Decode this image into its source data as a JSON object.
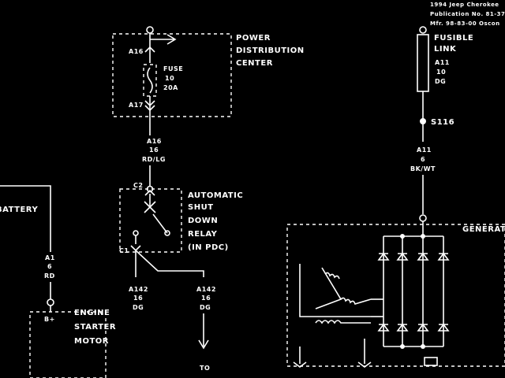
{
  "header": {
    "line1": "1994 Jeep Cherokee",
    "line2": "Publication No. 81-37",
    "line3": "Mfr. 98-83-00 Oscon"
  },
  "pdc": {
    "title_line1": "POWER",
    "title_line2": "DISTRIBUTION",
    "title_line3": "CENTER",
    "pin_top": "A16",
    "pin_bottom": "A17",
    "fuse_line1": "FUSE",
    "fuse_line2": "10",
    "fuse_line3": "20A"
  },
  "wire_a16": {
    "code": "A16",
    "gauge": "16",
    "color": "RD/LG"
  },
  "asd_relay": {
    "title_line1": "AUTOMATIC",
    "title_line2": "SHUT",
    "title_line3": "DOWN",
    "title_line4": "RELAY",
    "title_line5": "(IN PDC)",
    "pin_top": "C2",
    "pin_bottom": "C1"
  },
  "wire_a142": {
    "code": "A142",
    "gauge": "16",
    "color": "DG"
  },
  "wire_a142b": {
    "code": "A142",
    "gauge": "16",
    "color": "DG"
  },
  "to_label": {
    "text": "TO"
  },
  "battery": {
    "label": "BATTERY"
  },
  "wire_a1": {
    "code": "A1",
    "gauge": "6",
    "color": "RD"
  },
  "starter": {
    "label_line1": "ENGINE",
    "label_line2": "STARTER",
    "label_line3": "MOTOR",
    "pin": "B+"
  },
  "fusible_link": {
    "label_line1": "FUSIBLE",
    "label_line2": "LINK",
    "code": "A11",
    "gauge": "10",
    "color": "DG"
  },
  "splice": {
    "label": "S116"
  },
  "wire_a11": {
    "code": "A11",
    "gauge": "6",
    "color": "BK/WT"
  },
  "generator": {
    "label": "GENERATOR"
  }
}
